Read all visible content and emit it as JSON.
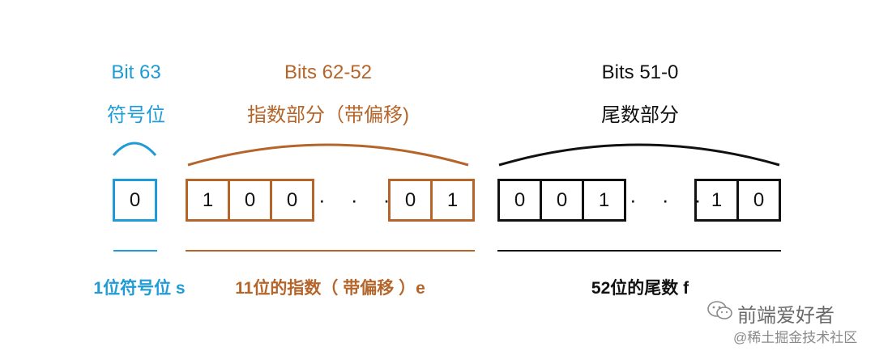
{
  "colors": {
    "sign": "#1f9bd7",
    "exponent": "#b5652a",
    "mantissa": "#111111",
    "watermark": "#666666"
  },
  "sign": {
    "title": "Bit 63",
    "subtitle": "符号位",
    "bits": [
      "0"
    ],
    "caption": "1位符号位 s"
  },
  "exponent": {
    "title": "Bits 62-52",
    "subtitle": "指数部分（带偏移)",
    "bits_left": [
      "1",
      "0",
      "0"
    ],
    "ellipsis": "· · ·",
    "bits_right": [
      "0",
      "1"
    ],
    "caption": "11位的指数（ 带偏移 ）e"
  },
  "mantissa": {
    "title": "Bits 51-0",
    "subtitle": "尾数部分",
    "bits_left": [
      "0",
      "0",
      "1"
    ],
    "ellipsis": "· · ·",
    "bits_right": [
      "1",
      "0"
    ],
    "caption": "52位的尾数 f"
  },
  "watermark": {
    "account": "前端爱好者",
    "site": "@稀土掘金技术社区",
    "icon": "wechat-icon"
  }
}
